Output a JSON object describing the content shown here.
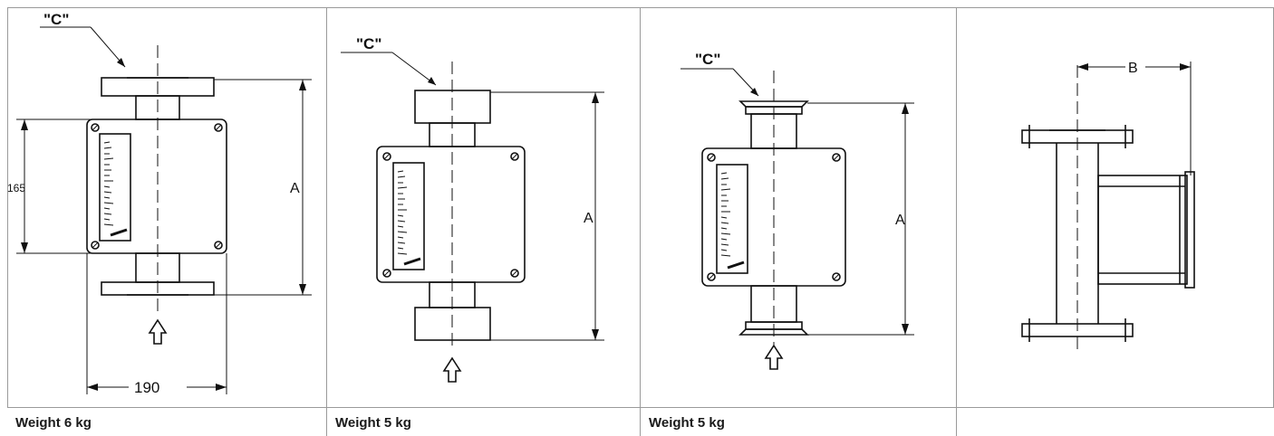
{
  "panels": [
    {
      "caption": "Weight 6 kg",
      "label_c": "\"C\"",
      "label_a": "A",
      "dim_height": "165",
      "dim_width": "190"
    },
    {
      "caption": "Weight 5 kg",
      "label_c": "\"C\"",
      "label_a": "A"
    },
    {
      "caption": "Weight 5 kg",
      "label_c": "\"C\"",
      "label_a": "A"
    },
    {
      "caption": "",
      "label_b": "B"
    }
  ]
}
